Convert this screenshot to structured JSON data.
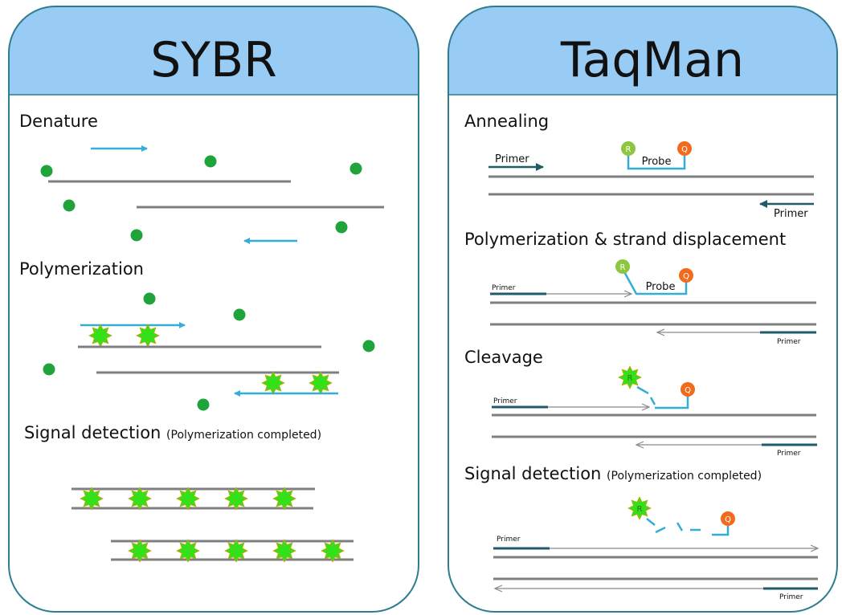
{
  "sybr": {
    "title": "SYBR",
    "steps": {
      "denature": "Denature",
      "polymerization": "Polymerization",
      "signal": "Signal detection",
      "signal_note": "(Polymerization completed)"
    }
  },
  "taqman": {
    "title": "TaqMan",
    "steps": {
      "annealing": "Annealing",
      "polymerization": "Polymerization & strand displacement",
      "cleavage": "Cleavage",
      "signal": "Signal detection",
      "signal_note": "(Polymerization completed)"
    },
    "labels": {
      "primer": "Primer",
      "probe": "Probe",
      "reporter": "R",
      "quencher": "Q"
    }
  },
  "colors": {
    "header": "#99ccf5",
    "border": "#2e7d8f",
    "dye": "#1fa33a",
    "burst": "#33e01a",
    "primer_light": "#35aed6",
    "primer_dark": "#1f5b68",
    "strand": "#7f7f7f",
    "reporter": "#8dc63f",
    "quencher": "#f26a1b"
  }
}
